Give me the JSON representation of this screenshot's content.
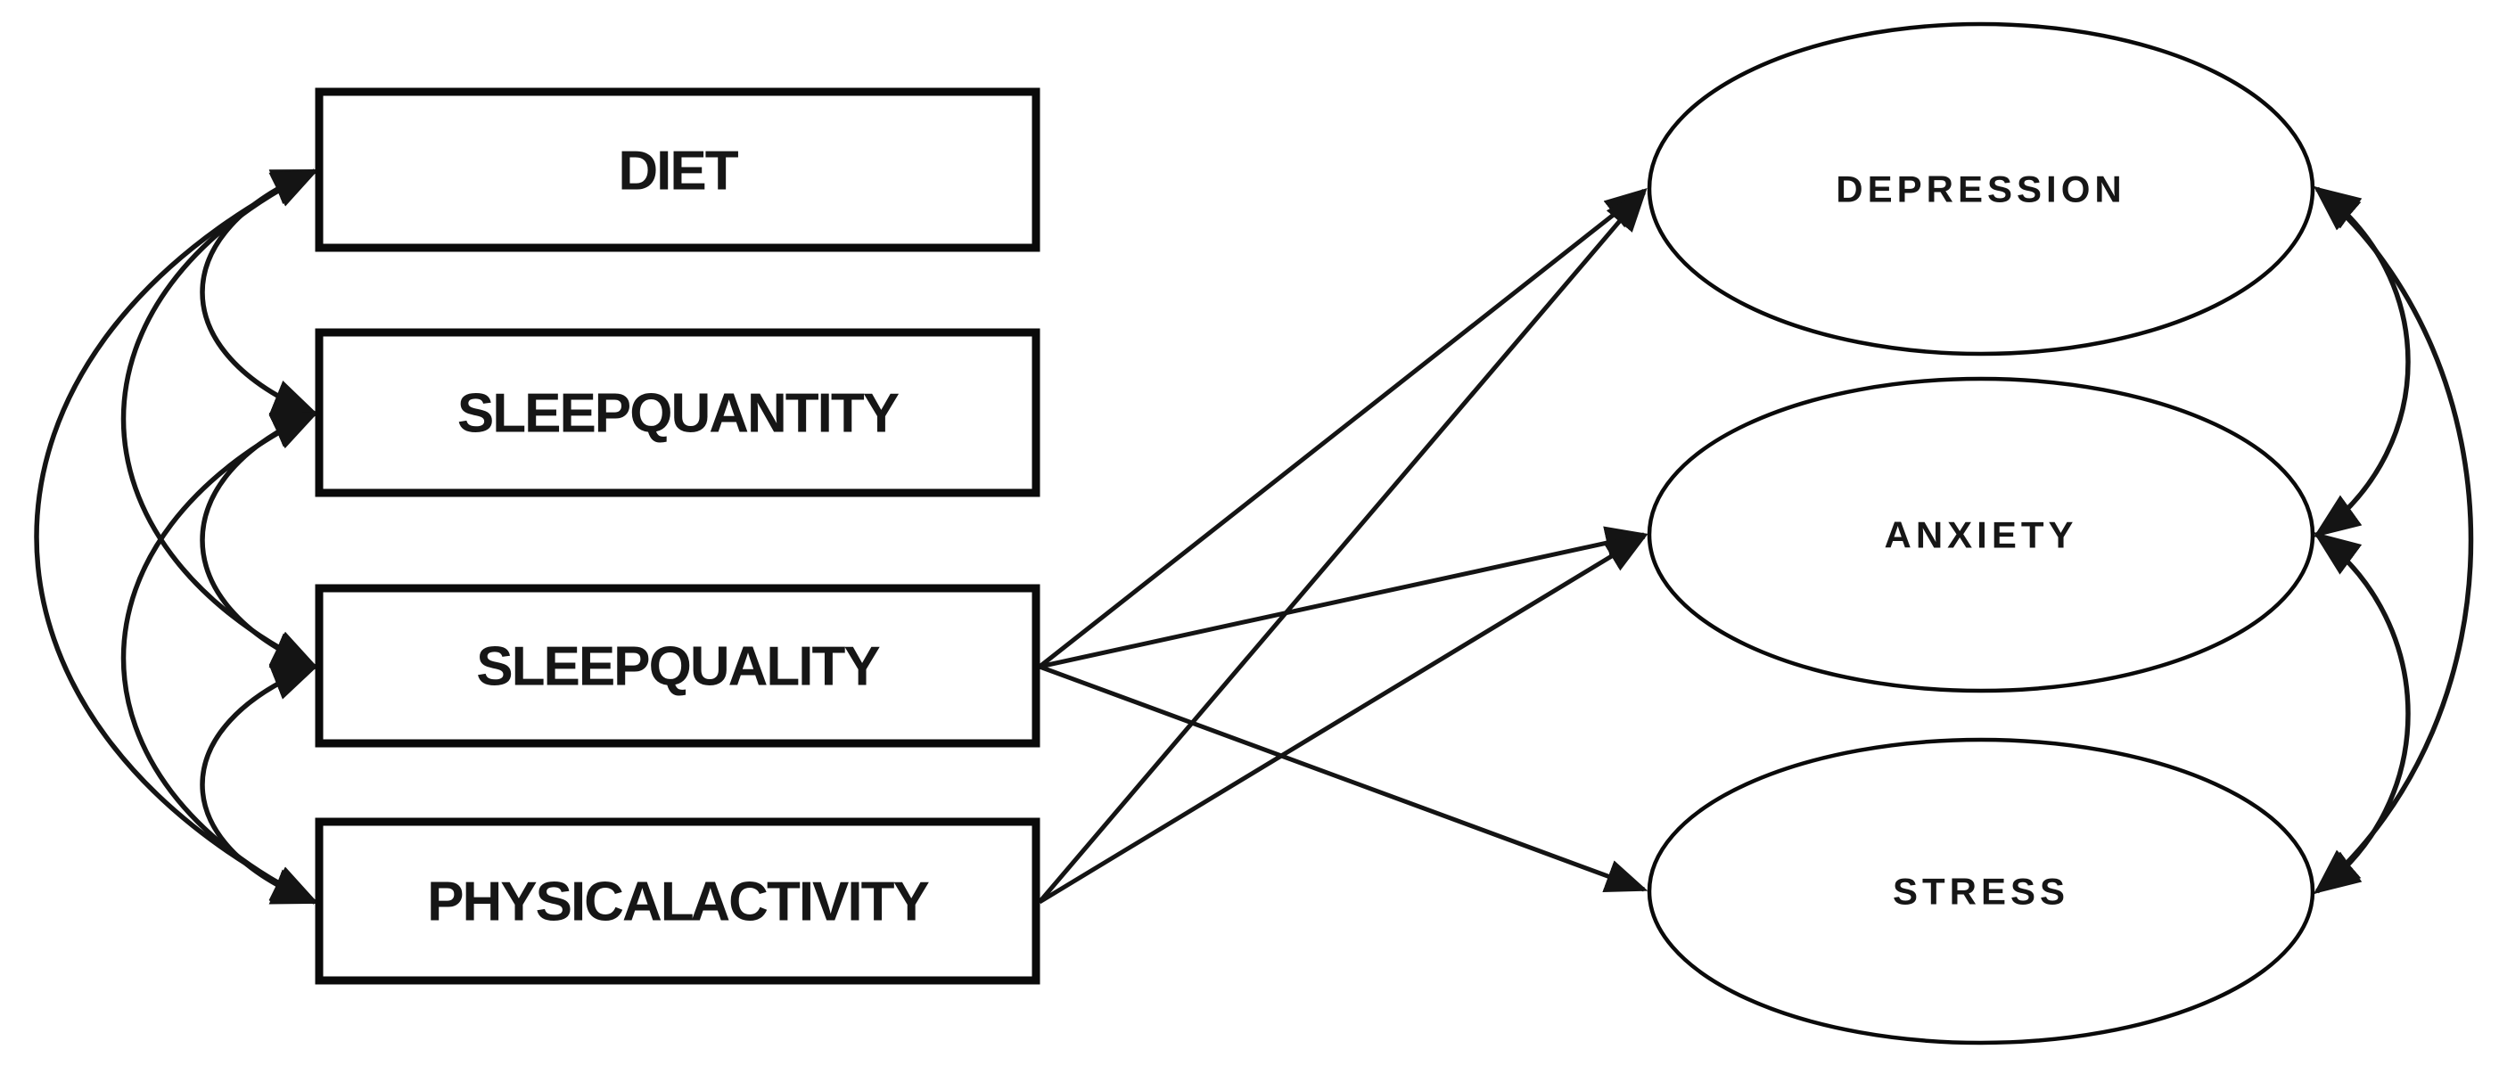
{
  "diagram": {
    "type": "structural-equation-model-path-diagram",
    "colors": {
      "background": "#ffffff",
      "node_fill": "#ffffff",
      "stroke": "#141414",
      "text": "#161616"
    },
    "observed_variables": [
      {
        "id": "diet",
        "label": "DIET",
        "shape": "rectangle"
      },
      {
        "id": "sleep-quantity",
        "label": "SLEEP QUANTITY",
        "shape": "rectangle"
      },
      {
        "id": "sleep-quality",
        "label": "SLEEP QUALITY",
        "shape": "rectangle"
      },
      {
        "id": "physical-activity",
        "label": "PHYSICAL ACTIVITY",
        "shape": "rectangle"
      }
    ],
    "latent_variables": [
      {
        "id": "depression",
        "label": "DEPRESSION",
        "shape": "ellipse"
      },
      {
        "id": "anxiety",
        "label": "ANXIETY",
        "shape": "ellipse"
      },
      {
        "id": "stress",
        "label": "STRESS",
        "shape": "ellipse"
      }
    ],
    "directed_paths": [
      {
        "from": "sleep-quality",
        "to": "depression"
      },
      {
        "from": "sleep-quality",
        "to": "anxiety"
      },
      {
        "from": "sleep-quality",
        "to": "stress"
      },
      {
        "from": "physical-activity",
        "to": "depression"
      },
      {
        "from": "physical-activity",
        "to": "anxiety"
      }
    ],
    "covariances": [
      {
        "between": [
          "diet",
          "sleep-quantity"
        ],
        "side": "left"
      },
      {
        "between": [
          "diet",
          "sleep-quality"
        ],
        "side": "left"
      },
      {
        "between": [
          "diet",
          "physical-activity"
        ],
        "side": "left"
      },
      {
        "between": [
          "sleep-quantity",
          "sleep-quality"
        ],
        "side": "left"
      },
      {
        "between": [
          "sleep-quantity",
          "physical-activity"
        ],
        "side": "left"
      },
      {
        "between": [
          "sleep-quality",
          "physical-activity"
        ],
        "side": "left"
      },
      {
        "between": [
          "depression",
          "anxiety"
        ],
        "side": "right"
      },
      {
        "between": [
          "anxiety",
          "stress"
        ],
        "side": "right"
      },
      {
        "between": [
          "depression",
          "stress"
        ],
        "side": "right"
      }
    ]
  }
}
